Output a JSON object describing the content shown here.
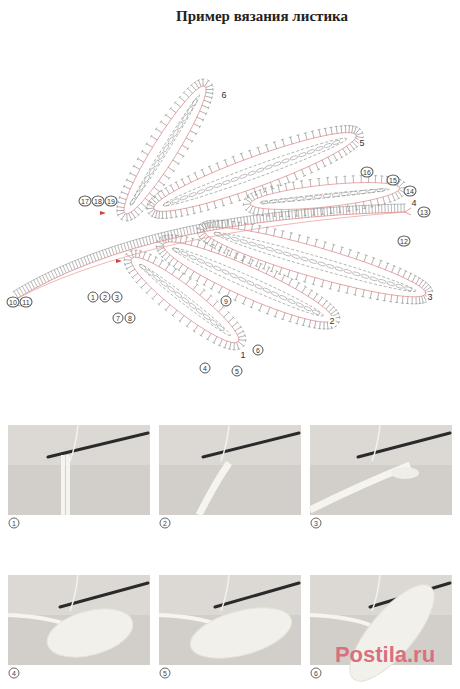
{
  "diagram": {
    "title": "Пример вязания листика",
    "labels": [
      "6",
      "5",
      "16",
      "15",
      "14",
      "4",
      "13",
      "12",
      "17",
      "18",
      "19",
      "3",
      "10",
      "11",
      "2",
      "1",
      "2",
      "3",
      "7",
      "8",
      "9",
      "1",
      "6",
      "4",
      "5",
      "1",
      "2",
      "3",
      "4",
      "5",
      "6",
      "Postila.ru"
    ]
  }
}
